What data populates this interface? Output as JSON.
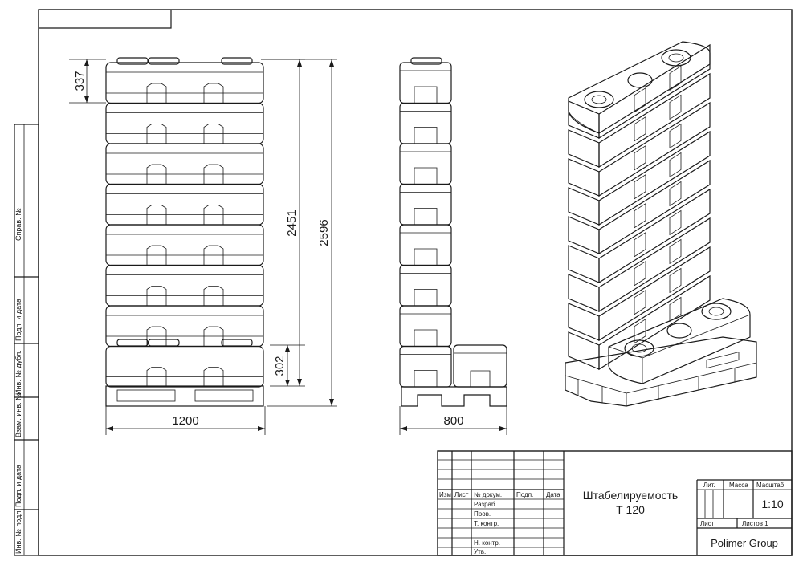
{
  "sheet": {
    "margin_labels": [
      "Справ. №",
      "Подп. и дата",
      "Инв. № дубл.",
      "Взам. инв. №",
      "Подп. и дата",
      "Инв. № подл."
    ]
  },
  "dimensions": {
    "front_width": "1200",
    "side_width": "800",
    "top_tank_height": "337",
    "bottom_tank_height": "302",
    "stack_height": "2451",
    "total_height": "2596"
  },
  "title_block": {
    "col_headers": [
      "Изм.",
      "Лист",
      "№ докум.",
      "Подп.",
      "Дата"
    ],
    "roles": [
      "Разраб.",
      "Пров.",
      "Т. контр.",
      "",
      "Н. контр.",
      "Утв."
    ],
    "title_line1": "Штабелируемость",
    "title_line2": "Т 120",
    "lit_label": "Лит.",
    "mass_label": "Масса",
    "scale_label": "Масштаб",
    "scale_value": "1:10",
    "sheet_label": "Лист",
    "sheets_label": "Листов 1",
    "company": "Polimer Group"
  }
}
